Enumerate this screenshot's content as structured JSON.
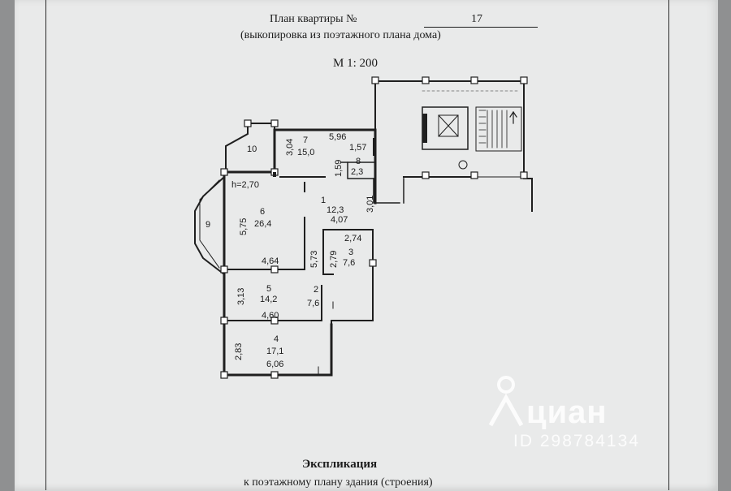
{
  "header": {
    "title": "План квартиры №",
    "apartment_number": "17",
    "subtitle": "(выкопировка из поэтажного плана дома)",
    "scale": "М  1: 200"
  },
  "footer": {
    "explication_title": "Экспликация",
    "explication_subtitle": "к поэтажному плану здания (строения)"
  },
  "plan": {
    "ceiling_height": "h=2,70",
    "rooms": [
      {
        "number": "1",
        "area": "12,3"
      },
      {
        "number": "2",
        "area": "7,6"
      },
      {
        "number": "3",
        "area": "7,6"
      },
      {
        "number": "4",
        "area": "17,1"
      },
      {
        "number": "5",
        "area": "14,2"
      },
      {
        "number": "6",
        "area": "26,4"
      },
      {
        "number": "7",
        "area": "15,0"
      },
      {
        "number": "8",
        "area": "2,3"
      },
      {
        "number": "9",
        "area": ""
      },
      {
        "number": "10",
        "area": ""
      }
    ],
    "dimensions": {
      "d596": "5,96",
      "d157": "1,57",
      "d304": "3,04",
      "d159": "1,59",
      "d301": "3,01",
      "d407": "4,07",
      "d575": "5,75",
      "d573": "5,73",
      "d274": "2,74",
      "d279": "2,79",
      "d464": "4,64",
      "d313": "3,13",
      "d460": "4,60",
      "d283": "2,83",
      "d606": "6,06"
    }
  },
  "watermark": {
    "brand": "циан",
    "listing_id": "ID 298784134"
  }
}
